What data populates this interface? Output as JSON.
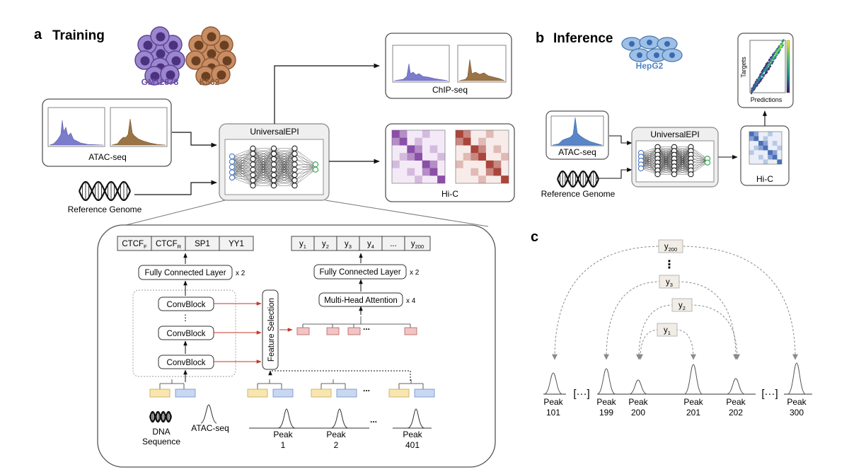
{
  "panels": {
    "a": {
      "letter": "a",
      "title": "Training"
    },
    "b": {
      "letter": "b",
      "title": "Inference"
    },
    "c": {
      "letter": "c"
    }
  },
  "cells": {
    "gm": "GM12878",
    "k562": "K562",
    "hepg2": "HepG2"
  },
  "boxes": {
    "atac": "ATAC-seq",
    "ref_genome": "Reference Genome",
    "model": "UniversalEPI",
    "chip": "ChIP-seq",
    "hic": "Hi-C"
  },
  "inference": {
    "atac": "ATAC-seq",
    "ref_genome": "Reference Genome",
    "model": "UniversalEPI",
    "hic": "Hi-C",
    "scatter_xlabel": "Predictions",
    "scatter_ylabel": "Targets"
  },
  "arch": {
    "outputs_left": [
      {
        "main": "CTCF",
        "sub": "F"
      },
      {
        "main": "CTCF",
        "sub": "R"
      },
      {
        "main": "SP1",
        "sub": ""
      },
      {
        "main": "YY1",
        "sub": ""
      }
    ],
    "outputs_right": [
      {
        "main": "y",
        "sub": "1"
      },
      {
        "main": "y",
        "sub": "2"
      },
      {
        "main": "y",
        "sub": "3"
      },
      {
        "main": "y",
        "sub": "4"
      },
      {
        "main": "...",
        "sub": ""
      },
      {
        "main": "y",
        "sub": "200"
      }
    ],
    "fc_layer": "Fully Connected Layer",
    "fc_mult": "x 2",
    "fc_layer2": "Fully Connected Layer",
    "fc_mult2": "x 2",
    "mha": "Multi-Head Attention",
    "mha_mult": "x 4",
    "convblock": "ConvBlock",
    "conv_dots": "⋮",
    "feature_selection": "Feature Selection",
    "token_dots": "...",
    "input_dots": "...",
    "dna_label_1": "DNA",
    "dna_label_2": "Sequence",
    "atac_label": "ATAC-seq",
    "peaks": [
      {
        "label": "Peak",
        "num": "1"
      },
      {
        "label": "Peak",
        "num": "2"
      },
      {
        "label": "Peak",
        "num": "401"
      }
    ]
  },
  "panel_c": {
    "pair_labels": [
      {
        "main": "y",
        "sub": "200"
      },
      {
        "main": "y",
        "sub": "3"
      },
      {
        "main": "y",
        "sub": "2"
      },
      {
        "main": "y",
        "sub": "1"
      }
    ],
    "vdots": "⋮",
    "gap_marker": "[···]",
    "peaks": [
      {
        "label": "Peak",
        "num": "101"
      },
      {
        "label": "Peak",
        "num": "199"
      },
      {
        "label": "Peak",
        "num": "200"
      },
      {
        "label": "Peak",
        "num": "201"
      },
      {
        "label": "Peak",
        "num": "202"
      },
      {
        "label": "Peak",
        "num": "300"
      }
    ]
  },
  "colors": {
    "gm": "#6a4fa3",
    "k562": "#8a5a34",
    "hepg2": "#4f84c4",
    "signal_blue": "#6f70c8",
    "signal_brown": "#96703f",
    "hic_purple": "#8a4fa6",
    "hic_red": "#a9453a",
    "hic_blue": "#4a6fb5",
    "out_box": "#f2f2f2",
    "token_red": "#f2c4c4",
    "token_yellow": "#f8e6b0",
    "token_blue": "#c9d8f2",
    "pair_box": "#f1ede6",
    "arrow_red": "#c0392b"
  },
  "icons": [
    "cell-cluster-icon",
    "dna-helix-icon",
    "neural-network-icon",
    "signal-track-icon",
    "contact-map-icon",
    "scatter-plot-icon"
  ]
}
